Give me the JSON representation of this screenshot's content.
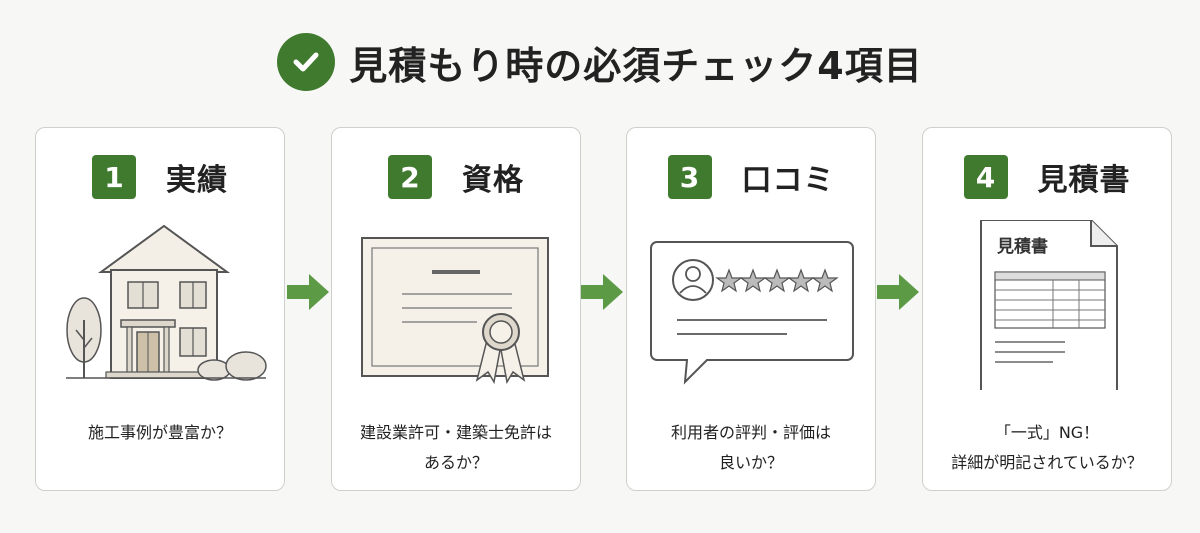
{
  "title": "見積もり時の必須チェック4項目",
  "accent_color": "#3f7a2e",
  "cards": [
    {
      "number": "1",
      "label": "実績",
      "icon": "house-icon",
      "desc_lines": [
        "施工事例が豊富か？"
      ]
    },
    {
      "number": "2",
      "label": "資格",
      "icon": "certificate-icon",
      "desc_lines": [
        "建設業許可・建築士免許は",
        "あるか？"
      ]
    },
    {
      "number": "3",
      "label": "口コミ",
      "icon": "review-bubble-icon",
      "desc_lines": [
        "利用者の評判・評価は",
        "良いか？"
      ]
    },
    {
      "number": "4",
      "label": "見積書",
      "icon": "estimate-document-icon",
      "doc_title": "見積書",
      "desc_lines": [
        "「一式」NG！",
        "詳細が明記されているか？"
      ]
    }
  ]
}
